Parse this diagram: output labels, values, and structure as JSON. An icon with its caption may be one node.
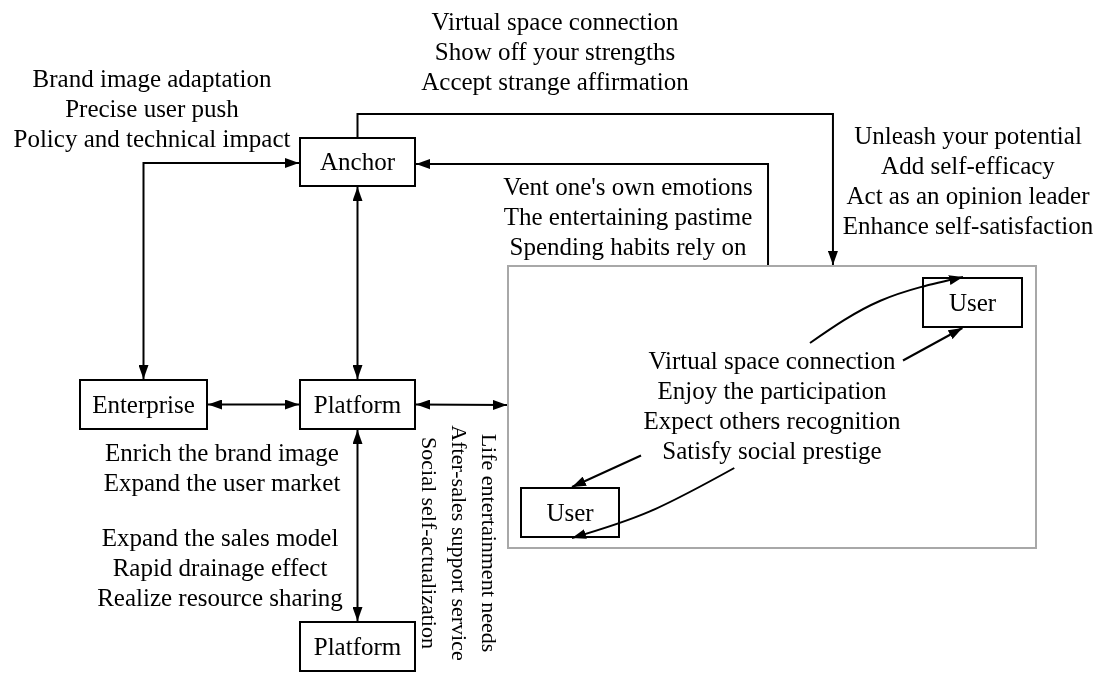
{
  "diagram": {
    "nodes": [
      {
        "text": [
          "Anchor"
        ]
      },
      {
        "text": [
          "Enterprise"
        ]
      },
      {
        "text": [
          "Platform"
        ]
      },
      {
        "text": [],
        "shape": "box"
      },
      {
        "text": [
          "User"
        ],
        "in": 3
      },
      {
        "text": [
          "Virtual space connection Enjoy the participation Expect others recognition Satisfy social prestige"
        ],
        "in": 3
      },
      {
        "text": [
          "User"
        ],
        "in": 3
      },
      {
        "text": [
          "Platform"
        ]
      }
    ],
    "edges": [
      {
        "from": 1,
        "to": 0,
        "arrow": "both",
        "label": "Brand image adaptation Precise user push Policy and technical impact"
      },
      {
        "from": 0,
        "to": 2,
        "arrow": "both"
      },
      {
        "from": 1,
        "to": 2,
        "arrow": "both",
        "label": "Enrich the brand image Expand the user market"
      },
      {
        "from": 2,
        "to": 3,
        "arrow": "both",
        "label": "Life entertainment needs After-sales support service Social self-actualization"
      },
      {
        "from": 2,
        "to": 7,
        "arrow": "both",
        "label": "Expand the sales model Rapid drainage effect Realize resource sharing"
      },
      {
        "from": 0,
        "to": 3,
        "arrow": "to",
        "label": "Virtual space connection Show off your strengths Accept strange affirmation"
      },
      {
        "from": 3,
        "to": 0,
        "arrow": "to",
        "label": "Vent one's own emotions The entertaining pastime Spending habits rely on"
      },
      {
        "from": 5,
        "to": 4,
        "arrow": "to"
      },
      {
        "from": 5,
        "to": 4,
        "arrow": "to"
      },
      {
        "from": 5,
        "to": 6,
        "arrow": "to"
      },
      {
        "from": 5,
        "to": 6,
        "arrow": "to"
      }
    ],
    "labels": [
      "Unleash your potential Add self-efficacy Act as an opinion leader Enhance self-satisfaction"
    ]
  }
}
